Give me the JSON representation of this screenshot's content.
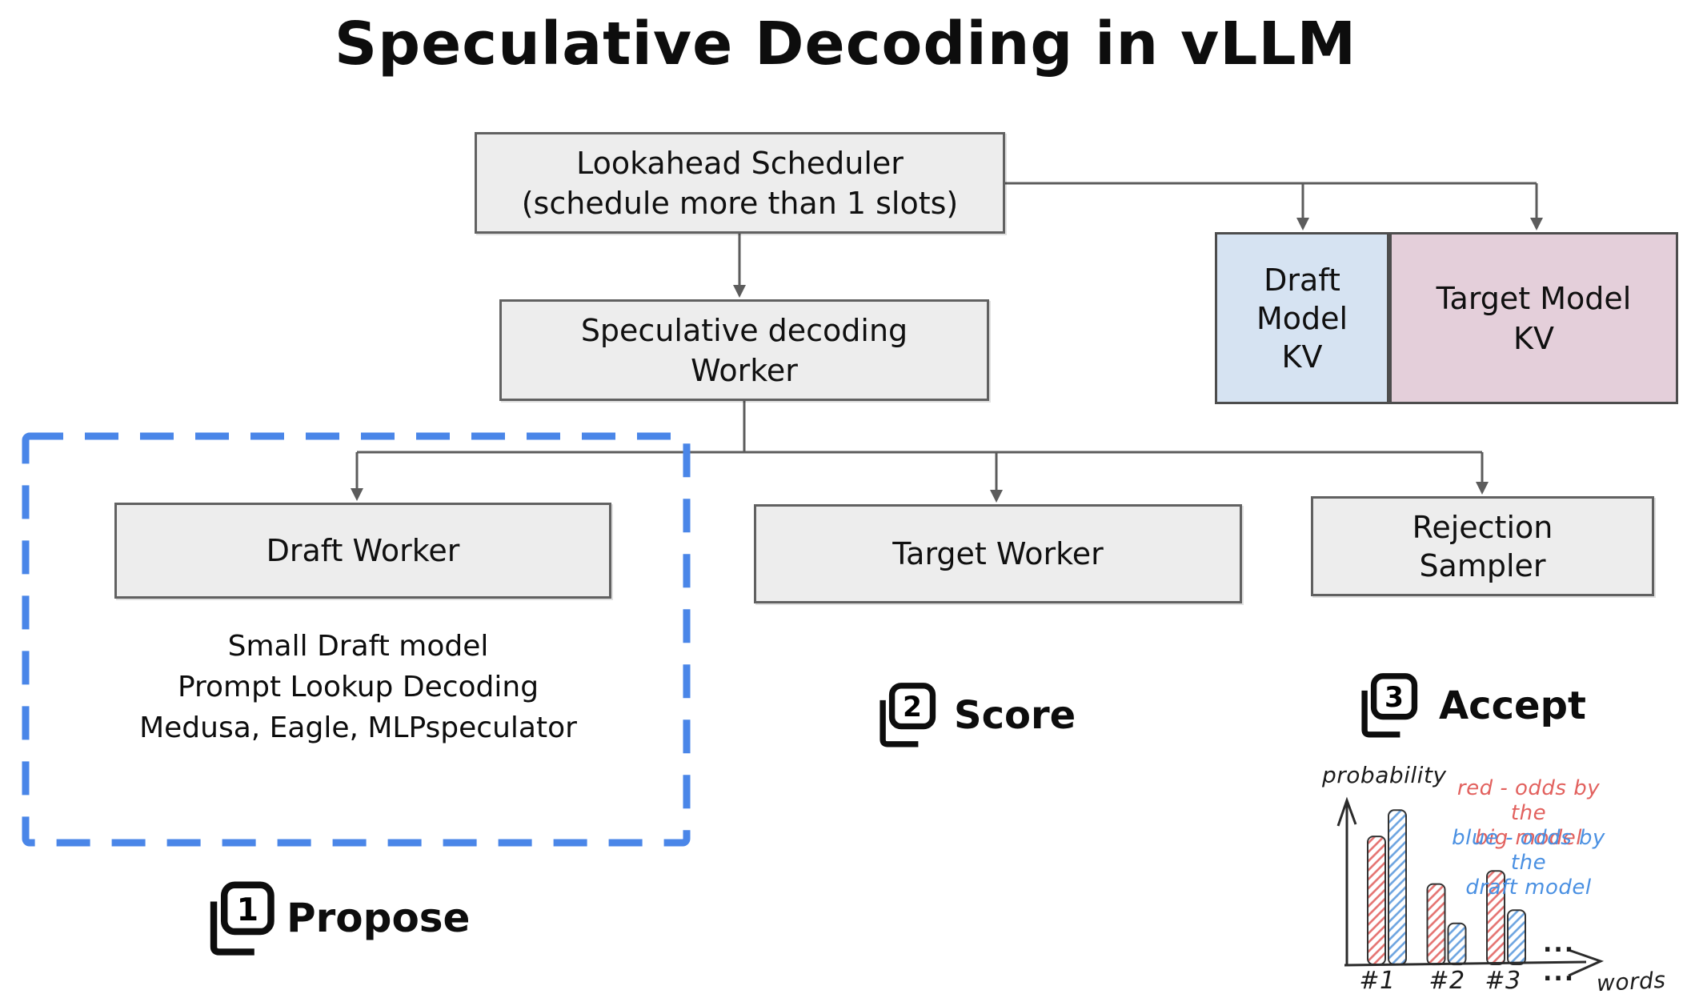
{
  "title": "Speculative Decoding in vLLM",
  "nodes": {
    "scheduler": {
      "label": "Lookahead Scheduler\n(schedule more than 1 slots)"
    },
    "spec_worker": {
      "label": "Speculative decoding\nWorker"
    },
    "draft_kv": {
      "label": "Draft\nModel\nKV",
      "fill": "#d6e3f2"
    },
    "target_kv": {
      "label": "Target Model\nKV",
      "fill": "#e4cfda"
    },
    "draft_worker": {
      "label": "Draft Worker"
    },
    "target_worker": {
      "label": "Target Worker"
    },
    "rejection_sampler": {
      "label": "Rejection\nSampler"
    },
    "draft_methods": {
      "label": "Small Draft model\nPrompt Lookup Decoding\nMedusa, Eagle, MLPspeculator"
    }
  },
  "steps": [
    {
      "num": "1",
      "label": "Propose"
    },
    {
      "num": "2",
      "label": "Score"
    },
    {
      "num": "3",
      "label": "Accept"
    }
  ],
  "colors": {
    "box_fill": "#ededed",
    "box_border": "#616161",
    "connector": "#5c5c5c",
    "dashed_border": "#4a86e8",
    "red": "#e2615e",
    "blue": "#4a90e2",
    "draft_kv_fill": "#d6e3f2",
    "target_kv_fill": "#e4cfda"
  },
  "chart_data": {
    "type": "bar",
    "title": "",
    "ylabel": "probability",
    "xlabel": "words",
    "categories": [
      "#1",
      "#2",
      "#3"
    ],
    "ellipsis": "...",
    "series": [
      {
        "name": "red - odds by the\nbig model",
        "color": "#e2615e",
        "hatch": "#e4716f",
        "values": [
          0.78,
          0.49,
          0.57
        ]
      },
      {
        "name": "blue - odds by the\ndraft model",
        "color": "#4a90e2",
        "hatch": "#6ba3e0",
        "values": [
          0.94,
          0.25,
          0.33
        ]
      }
    ],
    "ylim": [
      0,
      1
    ],
    "grid": false,
    "legend_position": "top-right"
  }
}
